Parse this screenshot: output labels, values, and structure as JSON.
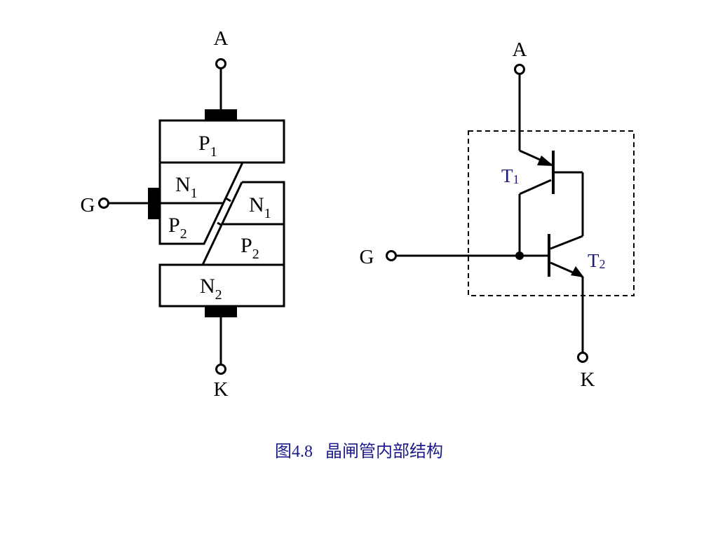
{
  "left_diagram": {
    "anode_label": "A",
    "gate_label": "G",
    "cathode_label": "K",
    "layers": {
      "p1": {
        "main": "P",
        "sub": "1"
      },
      "n1_left": {
        "main": "N",
        "sub": "1"
      },
      "p2_left": {
        "main": "P",
        "sub": "2"
      },
      "n1_right": {
        "main": "N",
        "sub": "1"
      },
      "p2_right": {
        "main": "P",
        "sub": "2"
      },
      "n2": {
        "main": "N",
        "sub": "2"
      }
    }
  },
  "right_diagram": {
    "anode_label": "A",
    "gate_label": "G",
    "cathode_label": "K",
    "t1": {
      "main": "T",
      "sub": "1"
    },
    "t2": {
      "main": "T",
      "sub": "2"
    }
  },
  "caption": {
    "number": "图4.8",
    "title": "晶闸管内部结构"
  }
}
